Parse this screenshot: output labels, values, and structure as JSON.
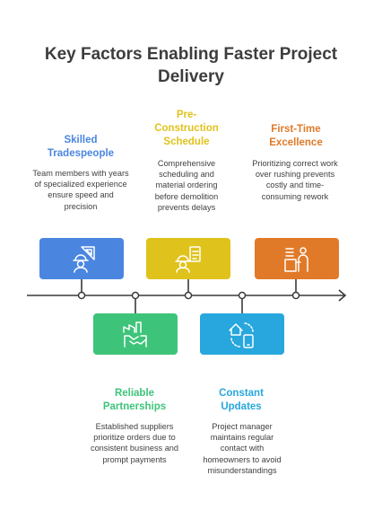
{
  "title": "Key Factors Enabling Faster Project Delivery",
  "colors": {
    "blue": "#4a86e0",
    "yellow": "#e0c21c",
    "orange": "#e07a28",
    "green": "#3ec47a",
    "sky": "#27a7dd",
    "line": "#3a3a3a"
  },
  "factors": [
    {
      "heading": "Skilled Tradespeople",
      "description": "Team members with years of specialized experience ensure speed and precision",
      "icon": "worker-blueprint-icon",
      "heading_color": "#4a86e0"
    },
    {
      "heading": "Pre-Construction Schedule",
      "description": "Comprehensive scheduling and material ordering before demolition prevents delays",
      "icon": "worker-checklist-icon",
      "heading_color": "#e0c21c"
    },
    {
      "heading": "First-Time Excellence",
      "description": "Prioritizing correct work over rushing prevents costly and time-consuming rework",
      "icon": "worker-desk-icon",
      "heading_color": "#e07a28"
    },
    {
      "heading": "Reliable Partnerships",
      "description": "Established suppliers prioritize orders due to consistent business and prompt payments",
      "icon": "handshake-factory-icon",
      "heading_color": "#3ec47a"
    },
    {
      "heading": "Constant Updates",
      "description": "Project manager maintains regular contact with homeowners to avoid misunderstandings",
      "icon": "house-phone-icon",
      "heading_color": "#27a7dd"
    }
  ]
}
